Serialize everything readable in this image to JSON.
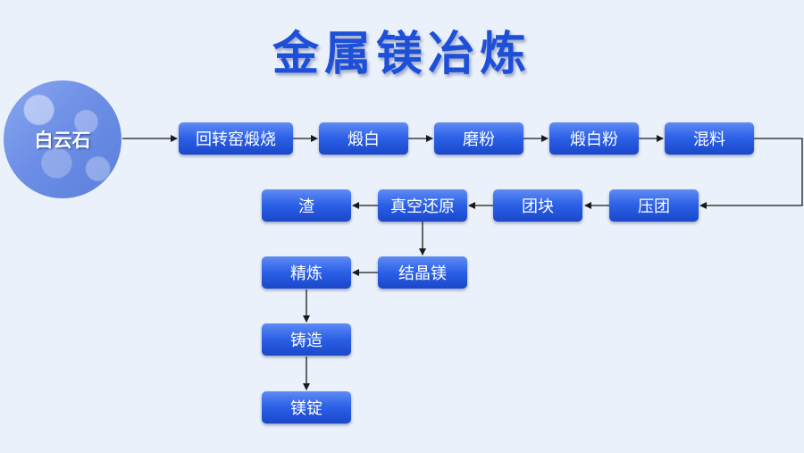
{
  "title": "金属镁冶炼",
  "source": "白云石",
  "nodes": {
    "rotary_kiln": "回转窑煅烧",
    "calcined_white": "煅白",
    "grinding": "磨粉",
    "calcined_powder": "煅白粉",
    "mixing": "混料",
    "pressing": "压团",
    "briquette": "团块",
    "vacuum_reduction": "真空还原",
    "slag": "渣",
    "crystal_mg": "结晶镁",
    "refining": "精炼",
    "casting": "铸造",
    "ingot": "镁锭"
  },
  "colors": {
    "title": "#1d4fd8",
    "node_top": "#5f8bf5",
    "node_bottom": "#1b47c9",
    "background": "#eaf1fa",
    "line": "#1a1a1a"
  }
}
